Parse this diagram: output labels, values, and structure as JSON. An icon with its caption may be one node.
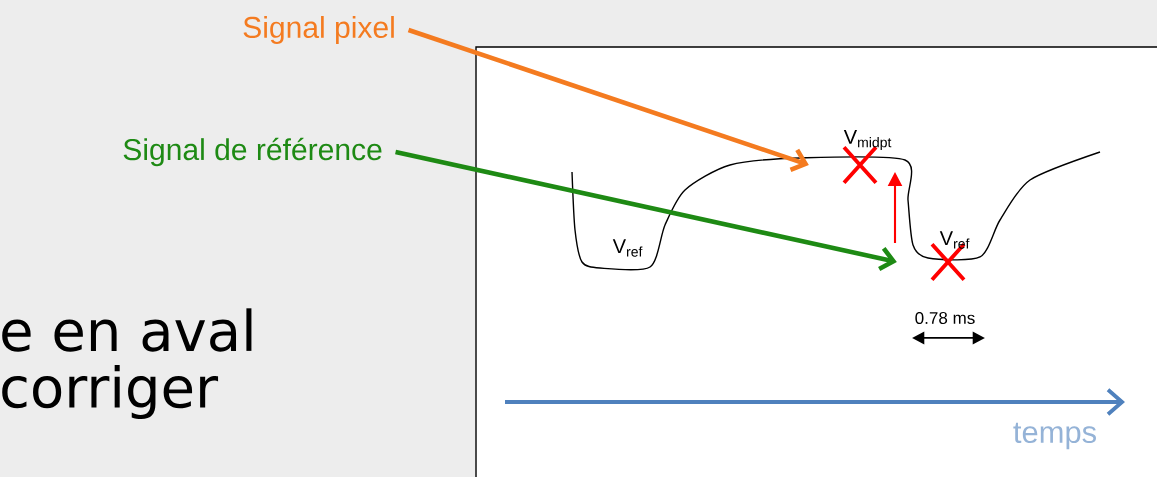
{
  "diagram": {
    "nodes": [
      {
        "text": [
          "Signal pixel"
        ]
      },
      {
        "text": [
          "Signal de référence"
        ]
      },
      {
        "text": [],
        "shape": "cross"
      },
      {
        "text": [],
        "shape": "cross"
      }
    ],
    "edges": [
      {
        "from": 0,
        "to": 2,
        "arrow": "to",
        "color": "#f47b20"
      },
      {
        "from": 1,
        "to": 3,
        "arrow": "to",
        "color": "#1e8a14"
      }
    ],
    "labels": [
      "V$_{midpt}$",
      "V$_{ref}$",
      "V$_{ref}$",
      "0.78 ms",
      "temps",
      "e en aval",
      "corriger"
    ]
  }
}
